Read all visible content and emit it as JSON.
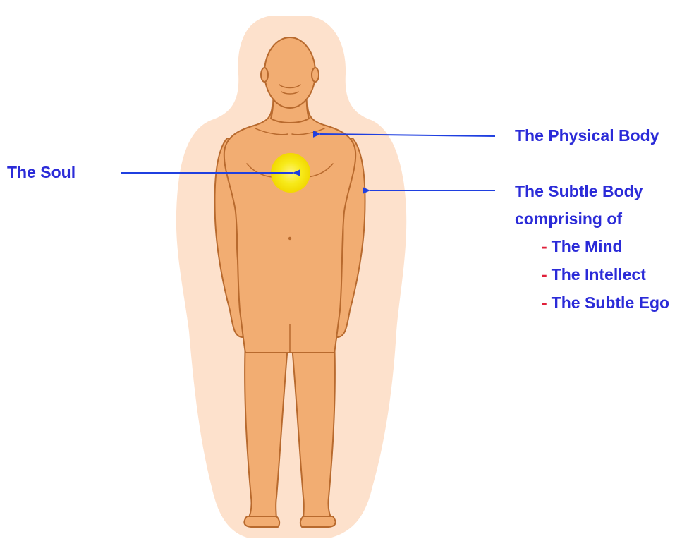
{
  "colors": {
    "label_text": "#2b2bd8",
    "arrow": "#1f3fe0",
    "bullet_dash": "#e0203a",
    "aura": "#fde1cc",
    "skin": "#f2ad72",
    "skin_outline": "#b86a2e",
    "soul": "#f7ea1a"
  },
  "labels": {
    "soul": "The Soul",
    "physical_body": "The Physical Body",
    "subtle_body_line1": "The Subtle Body",
    "subtle_body_line2": "comprising of"
  },
  "subtle_components": [
    {
      "dash": "-",
      "text": "The Mind"
    },
    {
      "dash": "-",
      "text": "The Intellect"
    },
    {
      "dash": "-",
      "text": "The Subtle Ego"
    }
  ]
}
